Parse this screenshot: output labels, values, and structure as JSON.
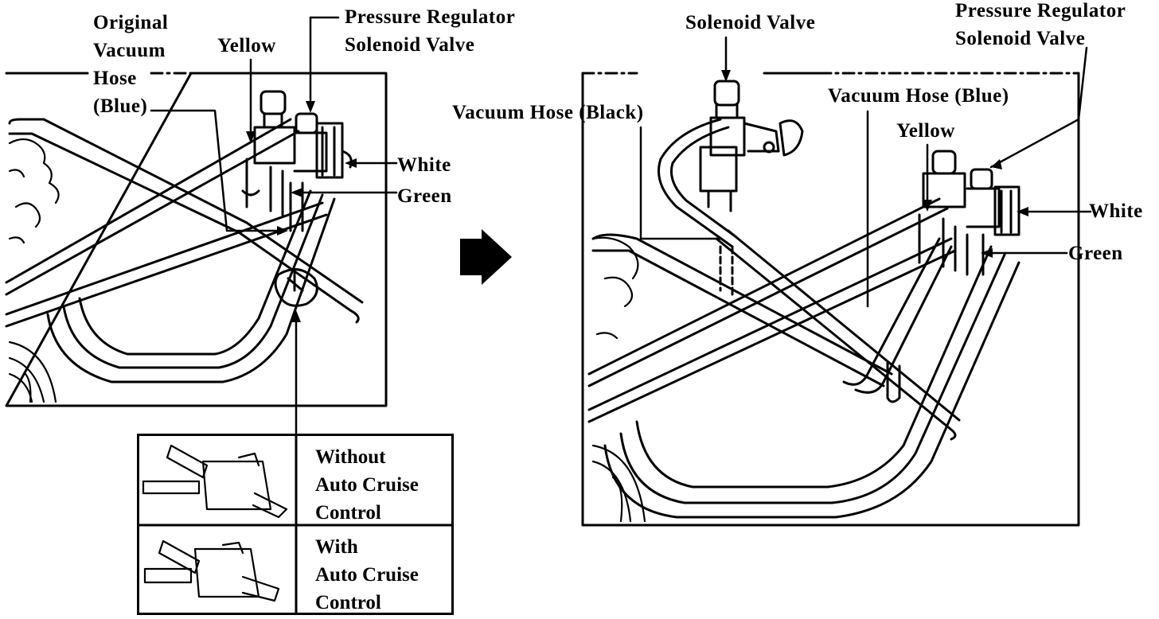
{
  "left_figure": {
    "labels": {
      "original_vacuum_hose": [
        "Original",
        "Vacuum",
        "Hose",
        "(Blue)"
      ],
      "yellow": "Yellow",
      "pressure_regulator": [
        "Pressure Regulator",
        "Solenoid Valve"
      ],
      "white": "White",
      "green": "Green"
    }
  },
  "options_table": {
    "rows": [
      {
        "text": [
          "Without",
          "Auto Cruise",
          "Control"
        ]
      },
      {
        "text": [
          "With",
          "Auto Cruise",
          "Control"
        ]
      }
    ]
  },
  "right_figure": {
    "labels": {
      "solenoid_valve": "Solenoid Valve",
      "pressure_regulator": [
        "Pressure Regulator",
        "Solenoid Valve"
      ],
      "vacuum_hose_black": "Vacuum Hose (Black)",
      "vacuum_hose_blue": "Vacuum Hose (Blue)",
      "yellow": "Yellow",
      "white": "White",
      "green": "Green"
    }
  },
  "arrow_icon": "right-arrow-icon",
  "colors": {
    "ink": "#000000",
    "paper": "#ffffff"
  }
}
